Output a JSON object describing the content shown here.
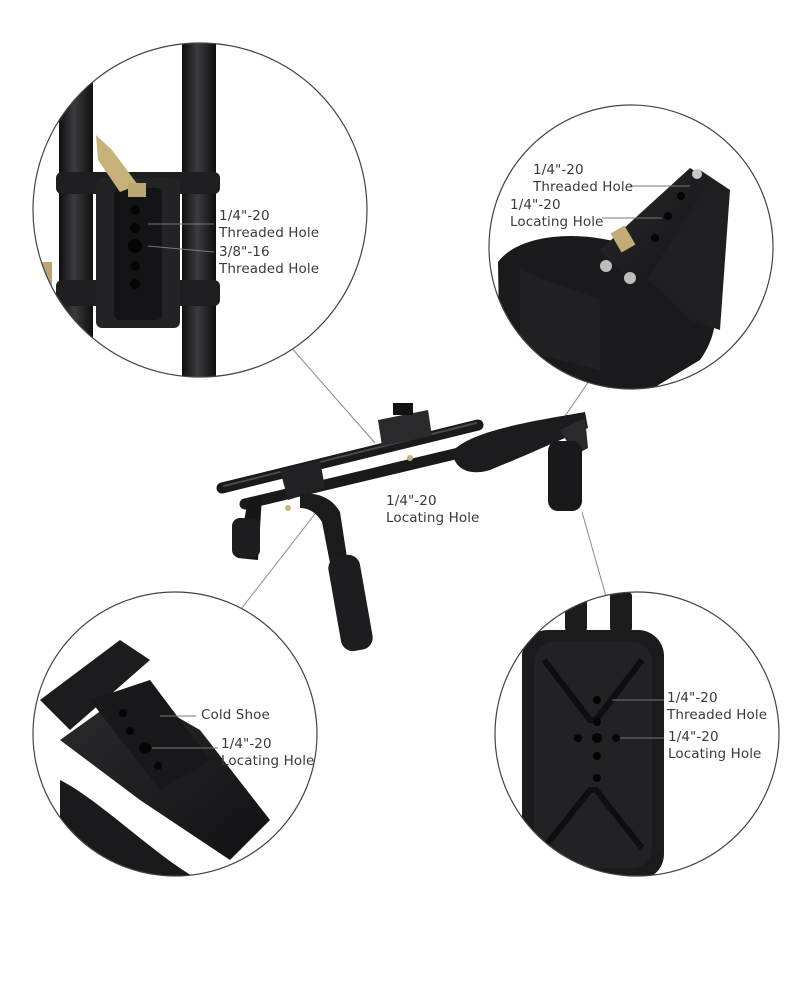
{
  "callouts": {
    "top_left_upper": {
      "line1": "1/4\"-20",
      "line2": "Threaded Hole"
    },
    "top_left_lower": {
      "line1": "3/8\"-16",
      "line2": "Threaded Hole"
    },
    "top_right_upper": {
      "line1": "1/4\"-20",
      "line2": "Threaded Hole"
    },
    "top_right_lower": {
      "line1": "1/4\"-20",
      "line2": "Locating Hole"
    },
    "center": {
      "line1": "1/4\"-20",
      "line2": "Locating Hole"
    },
    "bottom_left_upper": {
      "line1": "Cold Shoe"
    },
    "bottom_left_lower": {
      "line1": "1/4\"-20",
      "line2": "Locating Hole"
    },
    "bottom_right_upper": {
      "line1": "1/4\"-20",
      "line2": "Threaded Hole"
    },
    "bottom_right_lower": {
      "line1": "1/4\"-20",
      "line2": "Locating Hole"
    }
  },
  "colors": {
    "background": "#ffffff",
    "metal": "#1c1c1e",
    "metal_highlight": "#4a4a4e",
    "brass": "#c9b27a",
    "circle_stroke": "#444444",
    "label_text": "#3a3a3a"
  }
}
